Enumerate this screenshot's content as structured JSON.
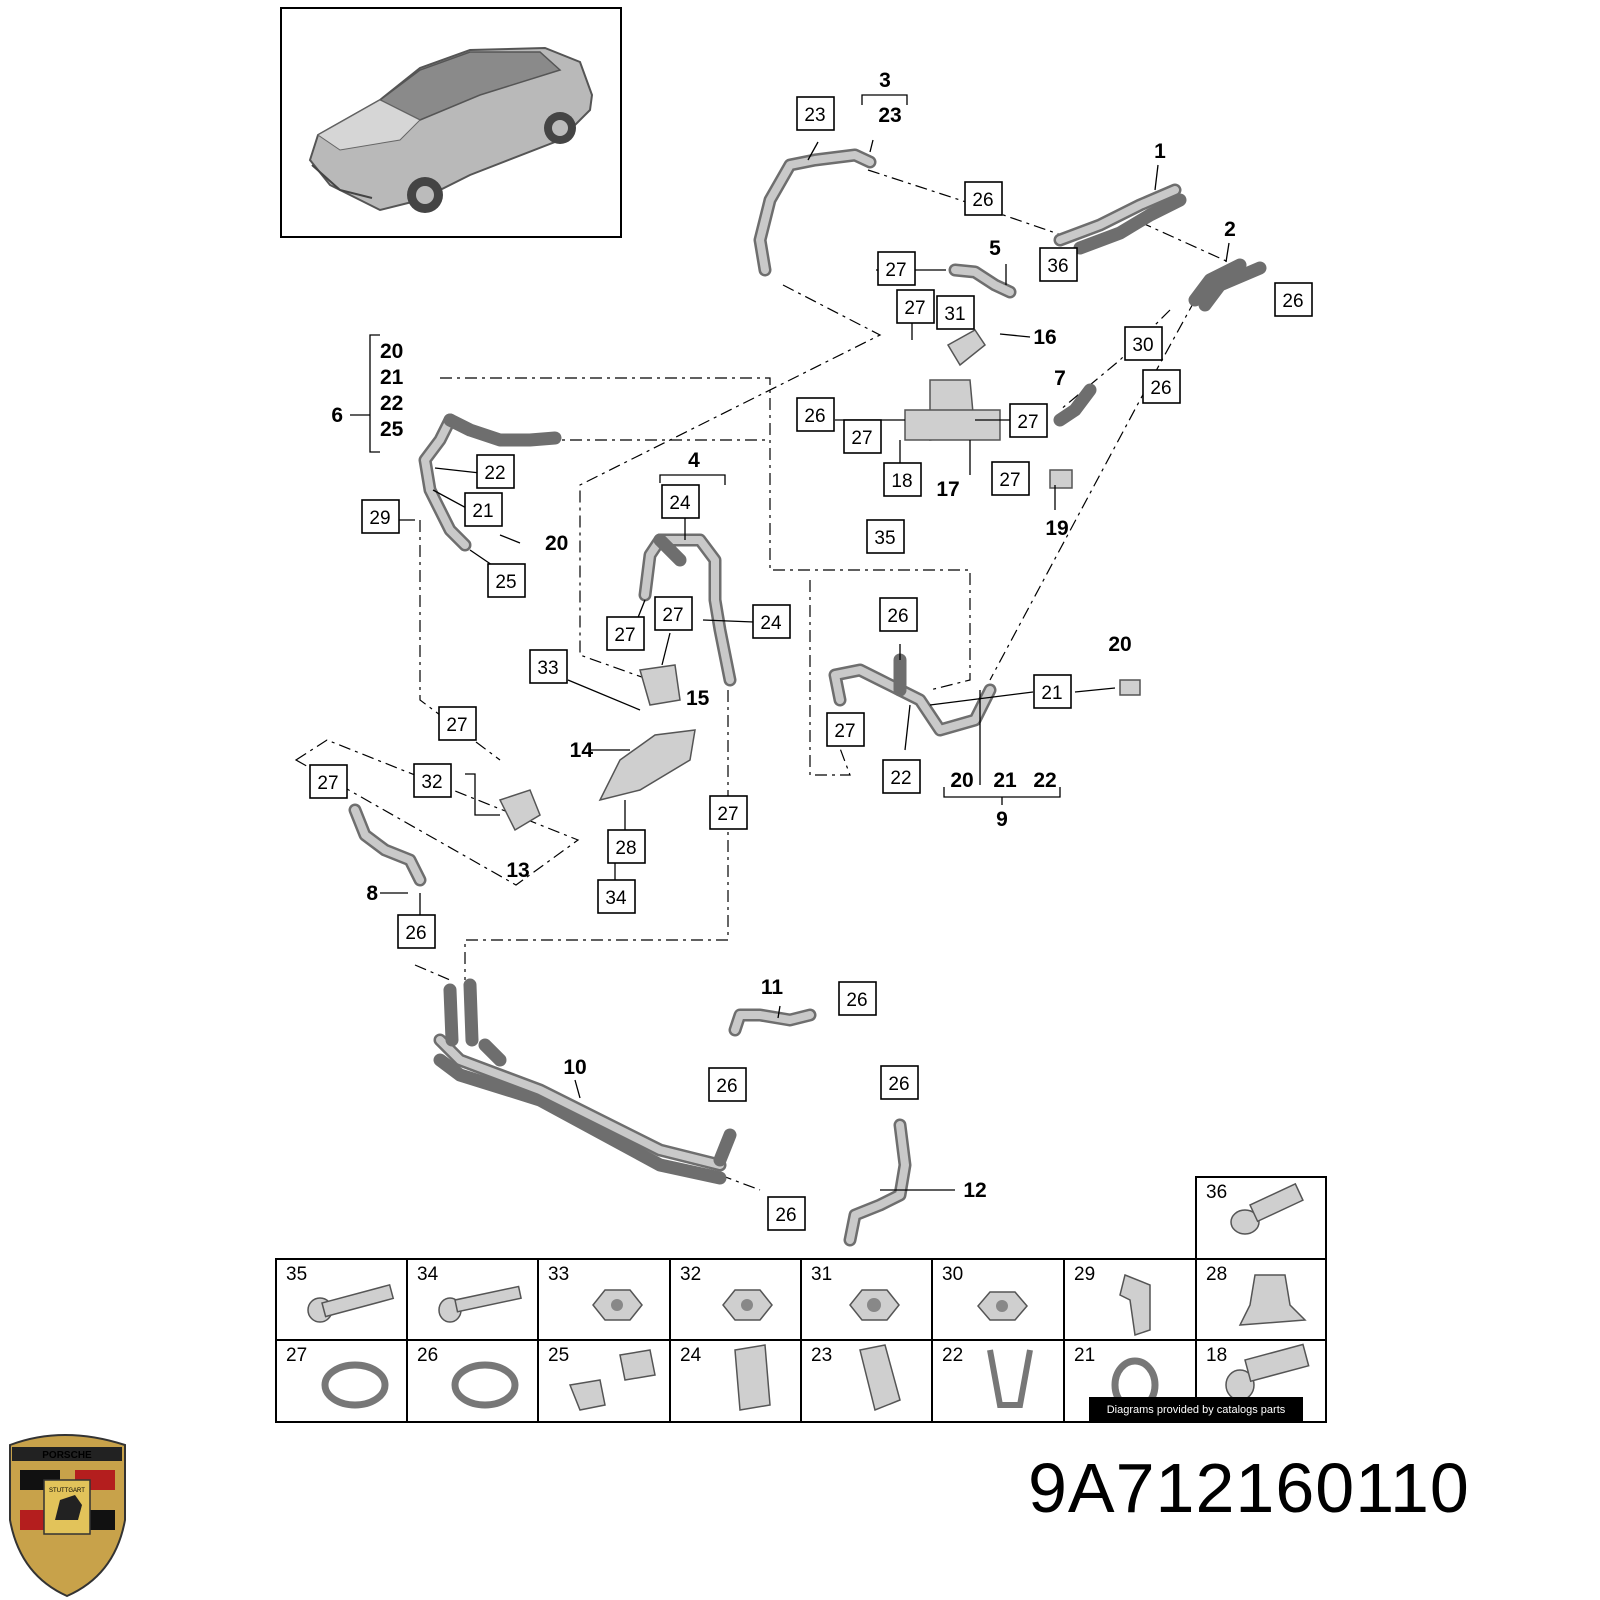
{
  "diagram": {
    "part_number": "9A712160110",
    "credit": "Diagrams provided by catalogs parts",
    "logo": {
      "text_top": "PORSCHE",
      "text_center": "STUTTGART",
      "icon": "porsche-crest-icon"
    },
    "callout_boxes": [
      "23",
      "26",
      "27",
      "27",
      "31",
      "36",
      "26",
      "30",
      "26",
      "26",
      "27",
      "27",
      "27",
      "18",
      "35",
      "22",
      "21",
      "29",
      "25",
      "24",
      "24",
      "27",
      "27",
      "33",
      "26",
      "21",
      "27",
      "22",
      "27",
      "32",
      "28",
      "34",
      "27",
      "26",
      "26",
      "26",
      "26",
      "26"
    ],
    "callout_numbers": [
      "3",
      "23",
      "1",
      "2",
      "5",
      "16",
      "7",
      "17",
      "19",
      "20",
      "21",
      "22",
      "25",
      "6",
      "20",
      "4",
      "15",
      "14",
      "13",
      "8",
      "20",
      "20",
      "21",
      "22",
      "9",
      "11",
      "10",
      "12"
    ],
    "legend": [
      {
        "num": "36"
      },
      {
        "num": "35"
      },
      {
        "num": "34"
      },
      {
        "num": "33"
      },
      {
        "num": "32"
      },
      {
        "num": "31"
      },
      {
        "num": "30"
      },
      {
        "num": "29"
      },
      {
        "num": "28"
      },
      {
        "num": "27"
      },
      {
        "num": "26"
      },
      {
        "num": "25"
      },
      {
        "num": "24"
      },
      {
        "num": "23"
      },
      {
        "num": "22"
      },
      {
        "num": "21"
      },
      {
        "num": "18"
      }
    ]
  }
}
